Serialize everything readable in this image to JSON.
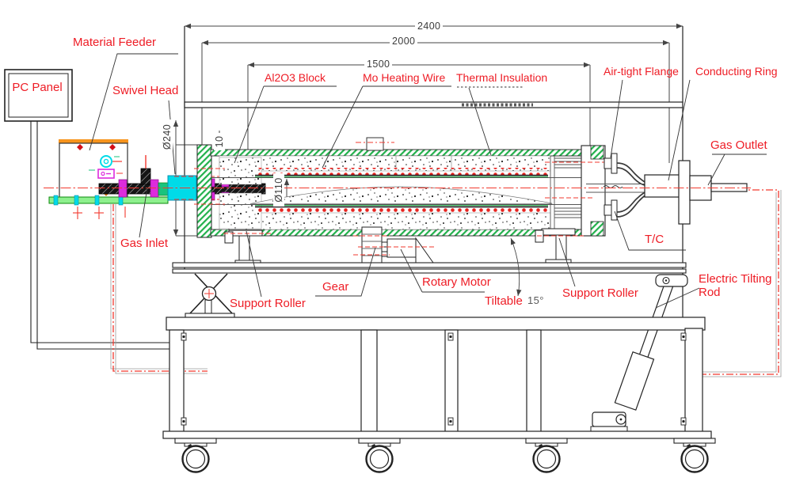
{
  "labels": {
    "material_feeder": "Material Feeder",
    "pc_panel": "PC Panel",
    "swivel_head": "Swivel Head",
    "gas_inlet": "Gas Inlet",
    "al2o3_block": "Al2O3 Block",
    "mo_heating_wire": "Mo Heating Wire",
    "thermal_insulation": "Thermal Insulation",
    "air_tight_flange": "Air-tight Flange",
    "conducting_ring": "Conducting Ring",
    "gas_outlet": "Gas Outlet",
    "thermocouple": "T/C",
    "support_roller_left": "Support Roller",
    "support_roller_right": "Support Roller",
    "gear": "Gear",
    "rotary_motor": "Rotary Motor",
    "tiltable": "Tiltable",
    "tilt_angle": "15°",
    "electric_tilting_rod": "Electric Tilting Rod"
  },
  "dimensions": {
    "overall_length": "2400",
    "shell_length": "2000",
    "heating_zone_length": "1500",
    "outer_diameter": "Ø240",
    "inner_diameter": "Ø110",
    "wall_thickness": "10"
  },
  "colors": {
    "label_red": "#ee1c25",
    "hatch_green": "#22b14c",
    "heating_wire_red": "#e8231f",
    "swivel_cyan": "#00dbe8",
    "fitting_magenta": "#dd2bdd",
    "feeder_orange": "#f7941d",
    "centerline_red": "#f2392f"
  }
}
